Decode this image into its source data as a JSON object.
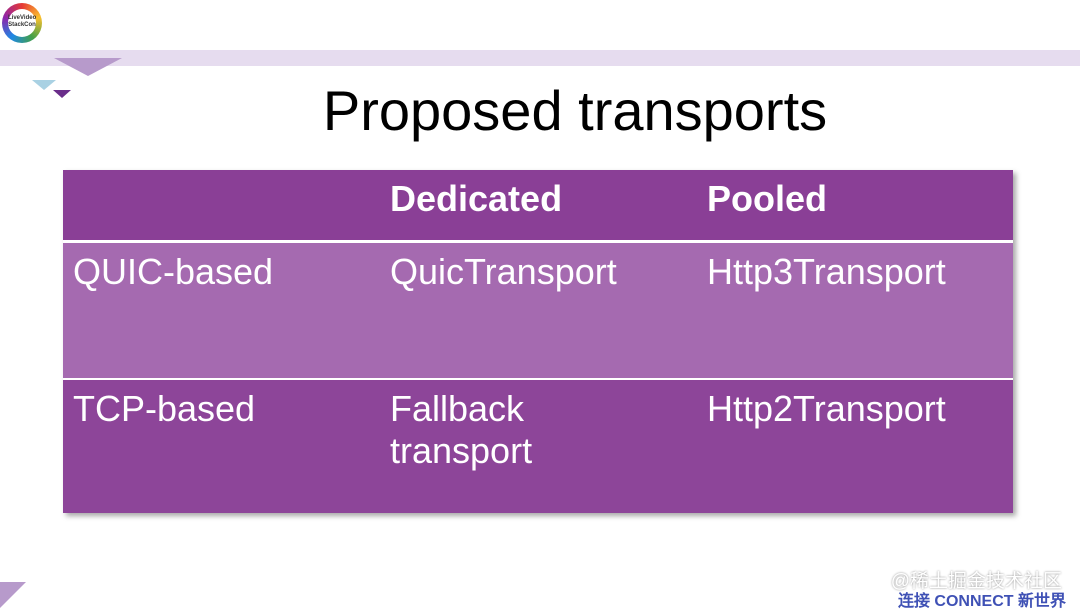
{
  "logo": {
    "text": "LiveVideo StackCon"
  },
  "title": "Proposed transports",
  "table": {
    "headers": [
      "",
      "Dedicated",
      "Pooled"
    ],
    "rows": [
      [
        "QUIC-based",
        "QuicTransport",
        "Http3Transport"
      ],
      [
        "TCP-based",
        "Fallback transport",
        "Http2Transport"
      ]
    ]
  },
  "watermark": {
    "text": "@稀土掘金技术社区",
    "subtext": "连接 CONNECT 新世界"
  },
  "colors": {
    "header": "#8a3f96",
    "row_light": "#a56ab0",
    "row_dark": "#8d4599",
    "band": "#e6dcef"
  }
}
